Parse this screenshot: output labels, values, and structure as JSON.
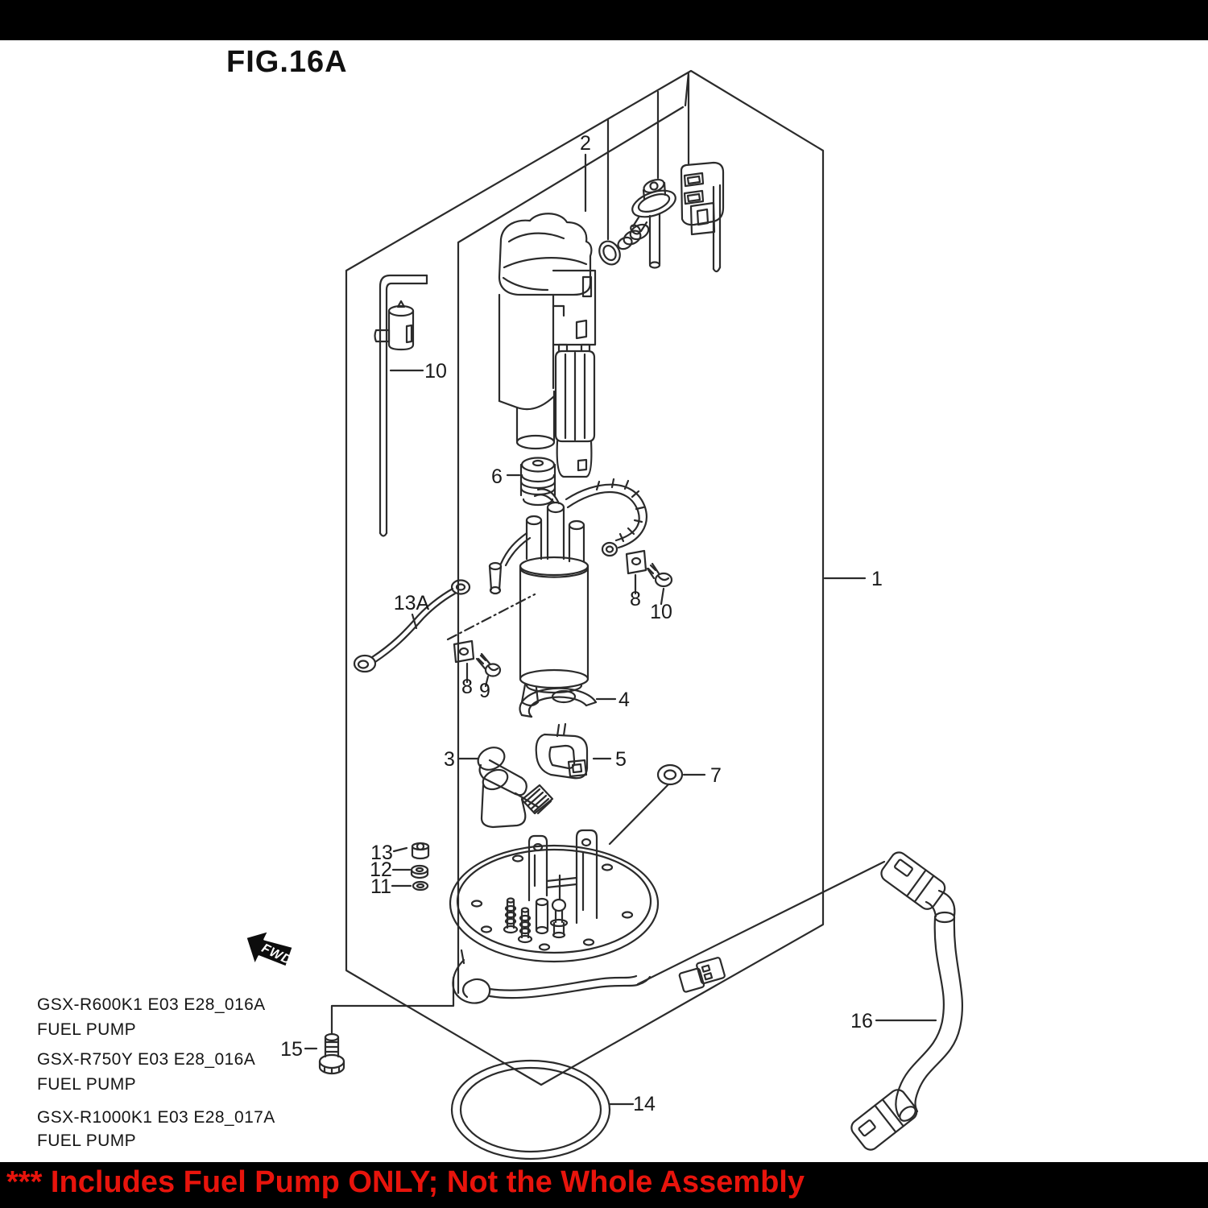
{
  "figure": {
    "title": "FIG.16A"
  },
  "banner": {
    "text": "*** Includes Fuel Pump ONLY; Not the Whole Assembly",
    "text_color": "#e8140c",
    "bg_color": "#000000"
  },
  "fwd_marker": {
    "label": "FWD"
  },
  "models": [
    {
      "model": "GSX-R600K1 E03 E28_016A",
      "part": "FUEL PUMP"
    },
    {
      "model": "GSX-R750Y E03 E28_016A",
      "part": "FUEL PUMP"
    },
    {
      "model": "GSX-R1000K1 E03 E28_017A",
      "part": "FUEL PUMP"
    }
  ],
  "callouts": {
    "c1": "1",
    "c2": "2",
    "c3": "3",
    "c4": "4",
    "c5": "5",
    "c6": "6",
    "c7": "7",
    "c8_left": "8",
    "c9": "9",
    "c8_right": "8",
    "c10_right": "10",
    "c10_left": "10",
    "c11": "11",
    "c12": "12",
    "c13": "13",
    "c13a": "13A",
    "c14": "14",
    "c15": "15",
    "c16": "16"
  },
  "diagram": {
    "line_color": "#2b2b2b",
    "background": "#ffffff"
  }
}
